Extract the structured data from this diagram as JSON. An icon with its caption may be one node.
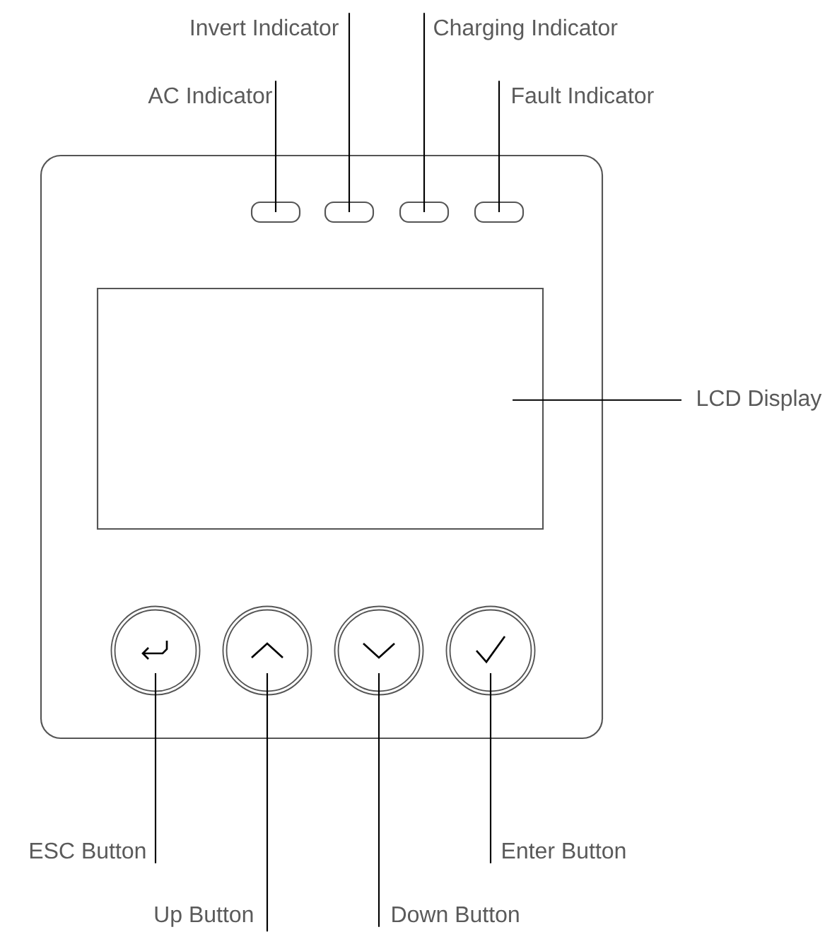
{
  "diagram": {
    "nodes": [
      {
        "text": [],
        "shape": "box"
      },
      {
        "text": [],
        "shape": "box",
        "in": 0
      },
      {
        "text": [],
        "shape": "box",
        "in": 0
      },
      {
        "text": [],
        "shape": "box",
        "in": 0
      },
      {
        "text": [],
        "shape": "box",
        "in": 0
      },
      {
        "text": [],
        "shape": "box",
        "in": 0
      },
      {
        "text": [],
        "shape": "circle",
        "in": 0
      },
      {
        "text": [],
        "shape": "circle",
        "in": 0
      },
      {
        "text": [],
        "shape": "circle",
        "in": 0
      },
      {
        "text": [],
        "shape": "circle",
        "in": 0
      },
      {
        "text": [
          "Invert Indicator"
        ]
      },
      {
        "text": [
          "Charging Indicator"
        ]
      },
      {
        "text": [
          "AC Indicator"
        ]
      },
      {
        "text": [
          "Fault Indicator"
        ]
      },
      {
        "text": [
          "LCD Display"
        ]
      },
      {
        "text": [
          "ESC Button"
        ]
      },
      {
        "text": [
          "Enter Button"
        ]
      },
      {
        "text": [
          "Up Button"
        ]
      },
      {
        "text": [
          "Down Button"
        ]
      }
    ],
    "edges": [
      {
        "from": 10,
        "to": 2,
        "arrow": "none"
      },
      {
        "from": 11,
        "to": 3,
        "arrow": "none"
      },
      {
        "from": 12,
        "to": 1,
        "arrow": "none"
      },
      {
        "from": 13,
        "to": 4,
        "arrow": "none"
      },
      {
        "from": 14,
        "to": 5,
        "arrow": "none"
      },
      {
        "from": 15,
        "to": 6,
        "arrow": "none"
      },
      {
        "from": 16,
        "to": 9,
        "arrow": "none"
      },
      {
        "from": 17,
        "to": 7,
        "arrow": "none"
      },
      {
        "from": 18,
        "to": 8,
        "arrow": "none"
      }
    ]
  }
}
